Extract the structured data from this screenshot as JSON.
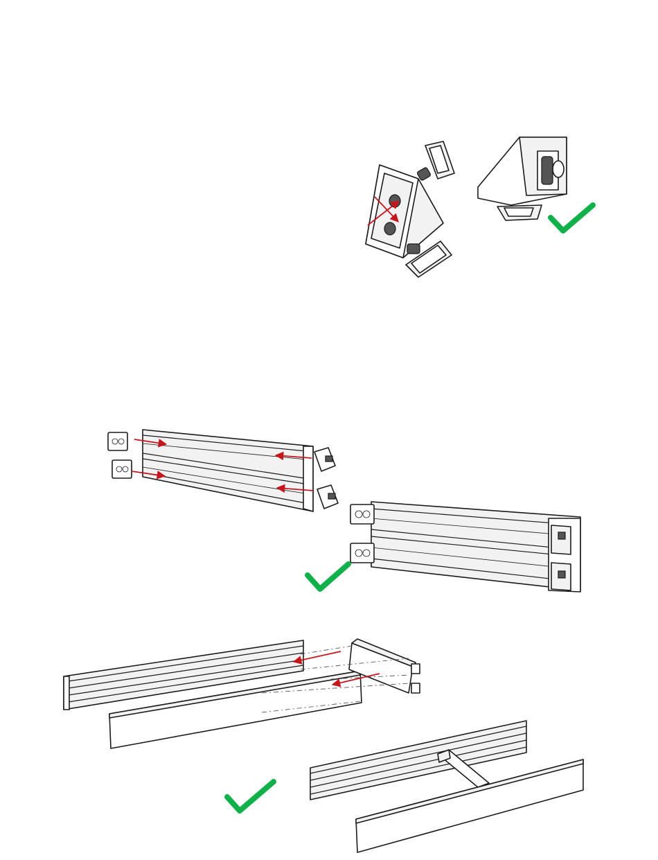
{
  "colors": {
    "check": "#12b04a",
    "arrow": "#c4161c",
    "ink": "#1a1a1a",
    "metal": "#f2f2f2"
  },
  "steps": [
    {
      "id": "step-1",
      "parts": [
        "corner-bracket",
        "t-nut",
        "t-nut"
      ],
      "arrows": 2,
      "check_icon": "check-mark-icon"
    },
    {
      "id": "step-2",
      "parts": [
        "double-profile",
        "end-cap",
        "end-cap",
        "end-cap",
        "end-cap"
      ],
      "arrows": 4,
      "check_icon": "check-mark-icon"
    },
    {
      "id": "step-3",
      "parts": [
        "profile-rail",
        "side-panel",
        "cross-brace"
      ],
      "arrows": 2,
      "check_icon": "check-mark-icon"
    }
  ]
}
